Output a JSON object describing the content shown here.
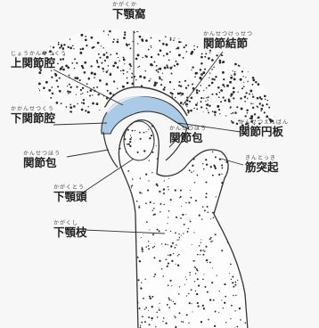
{
  "labels": {
    "mandibular_fossa": {
      "ruby": "かがくか",
      "text": "下顎窩"
    },
    "upper_joint_cavity": {
      "ruby": "じょうかんせつくう",
      "text": "上関節腔"
    },
    "joint_tubercle": {
      "ruby": "かんせつけっせつ",
      "text": "関節結節"
    },
    "lower_joint_cavity": {
      "ruby": "かかんせつくう",
      "text": "下関節腔"
    },
    "articular_disc": {
      "ruby": "かんせつえんばん",
      "text": "関節円板"
    },
    "capsule_right": {
      "ruby": "かんせつほう",
      "text": "関節包"
    },
    "capsule_left": {
      "ruby": "かんせつほう",
      "text": "関節包"
    },
    "coronoid_process": {
      "ruby": "きんとっき",
      "text": "筋突起"
    },
    "mandibular_head": {
      "ruby": "かがくとう",
      "text": "下顎頭"
    },
    "mandibular_ramus": {
      "ruby": "かがくし",
      "text": "下顎枝"
    }
  },
  "colors": {
    "disc": "#a9cbe8",
    "bone_outline": "#333333",
    "dots": "#2a2a2a"
  }
}
